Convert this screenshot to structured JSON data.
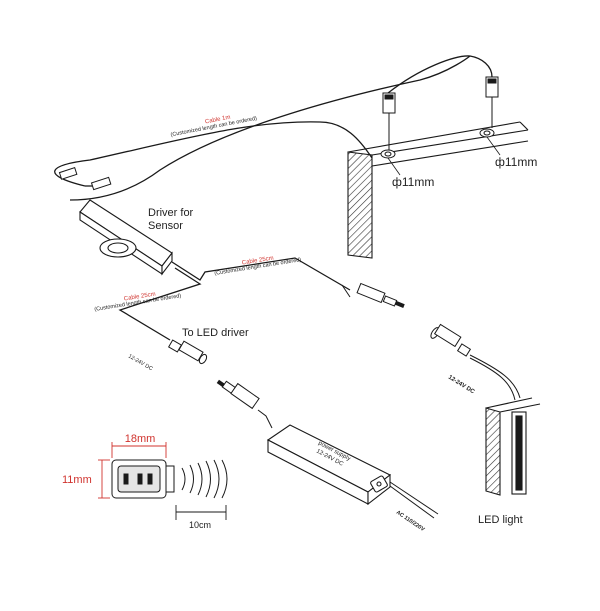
{
  "labels": {
    "cable_1m_title": "Cable 1m",
    "cable_1m_note": "(Customized length can be ordered)",
    "cable_25cm_title_a": "Cable 25cm",
    "cable_25cm_note_a": "(Customized length can be ordered)",
    "cable_25cm_title_b": "Cable 25cm",
    "cable_25cm_note_b": "(Customized length can be ordered)",
    "driver_for_sensor_line1": "Driver for",
    "driver_for_sensor_line2": "Sensor",
    "to_led_driver": "To LED driver",
    "dc_left": "12-24V DC",
    "dc_right": "12-24V DC",
    "hole_left": "ф11mm",
    "hole_right": "ф11mm",
    "dim_width": "18mm",
    "dim_height": "11mm",
    "dim_range": "10cm",
    "power_supply_line1": "power supply",
    "power_supply_line2": "12-24V DC",
    "ac_input": "AC 110/220V",
    "led_light": "LED light"
  },
  "colors": {
    "line": "#1a1a1a",
    "dimension_red": "#d0332e",
    "hatch": "#333333"
  }
}
